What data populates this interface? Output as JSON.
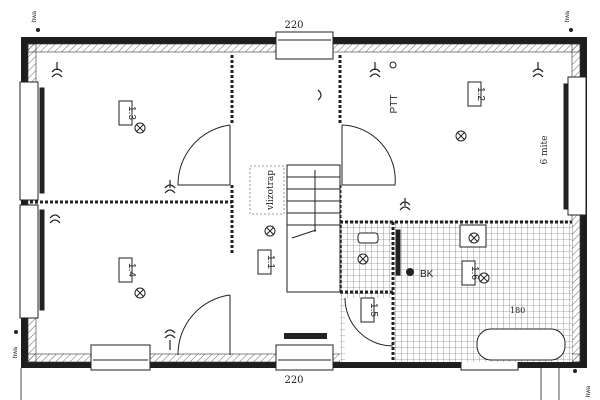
{
  "title": "Floor plan - first floor",
  "colors": {
    "ink": "#1e1e1e",
    "tile": "#555555",
    "paper": "#ffffff"
  },
  "dimensions": {
    "top": "220",
    "bottom": "220",
    "bath": "180"
  },
  "hwa_marks": [
    "hwa",
    "hwa",
    "hwa",
    "hwa"
  ],
  "rooms": {
    "r11": "1.1",
    "r12": "1.2",
    "r13": "1.3",
    "r14": "1.4",
    "r15": "1.5",
    "r16": "1.6"
  },
  "annotations": {
    "ptt": "PTT",
    "vlizotrap": "vlizotrap",
    "bk": "BK",
    "handnote": "6 mite"
  }
}
